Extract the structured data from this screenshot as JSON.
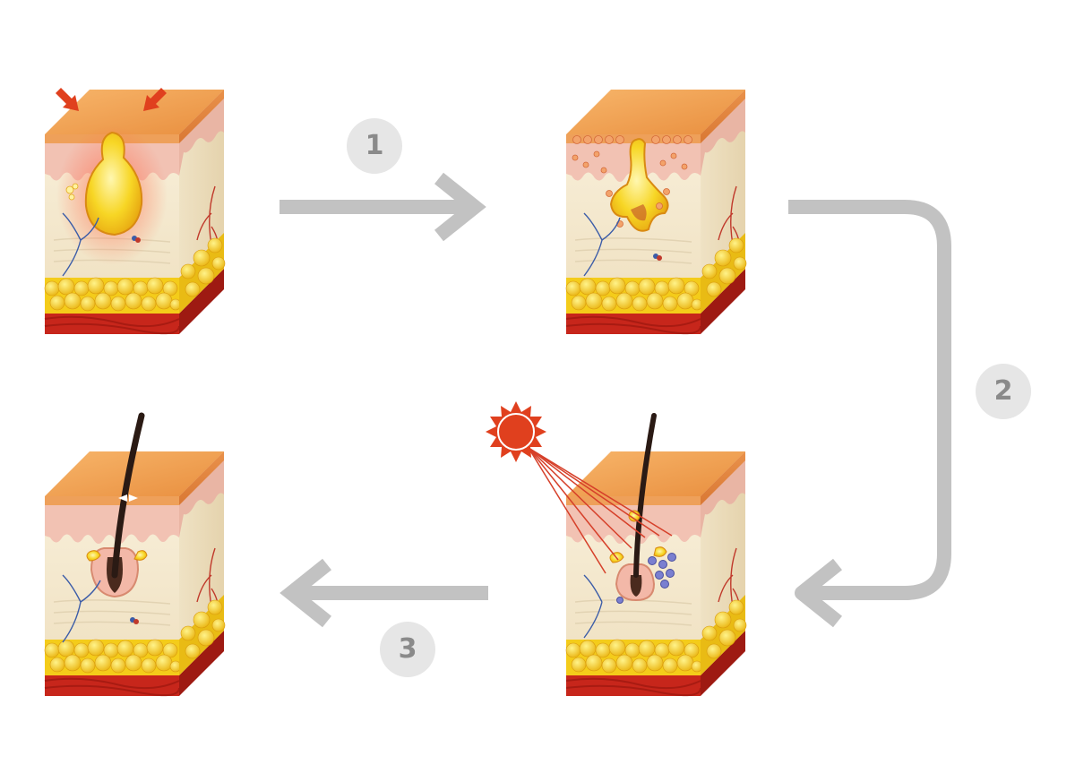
{
  "steps": [
    {
      "label": "1"
    },
    {
      "label": "2"
    },
    {
      "label": "3"
    }
  ],
  "panels": [
    {
      "name": "skin-panel-inflamed-pimple",
      "stage": "inflamed"
    },
    {
      "name": "skin-panel-bursting-pimple",
      "stage": "bursting"
    },
    {
      "name": "skin-panel-light-treatment",
      "stage": "treatment"
    },
    {
      "name": "skin-panel-healed-follicle",
      "stage": "healed"
    }
  ],
  "colors": {
    "arrow": "#c2c2c2",
    "badge_bg": "#e6e6e6",
    "badge_text": "#8a8a8a",
    "skin_top": "#f0a45a",
    "epidermis": "#f1c4b6",
    "dermis": "#f6ecd2",
    "fat": "#f7d420",
    "muscle": "#c8251a",
    "pus": "#f6d21f",
    "sun": "#e0401e",
    "hair": "#2a1a14",
    "vessel_red": "#c0392b",
    "vessel_blue": "#3b5ca8"
  }
}
